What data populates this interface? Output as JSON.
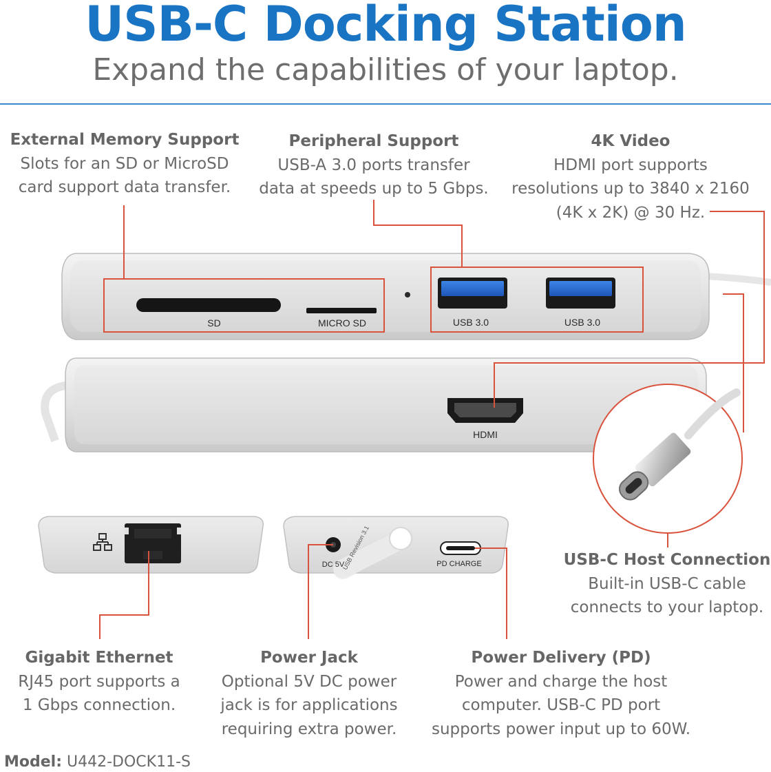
{
  "header": {
    "title": "USB-C Docking Station",
    "subtitle": "Expand the capabilities of your laptop."
  },
  "features": {
    "external_memory": {
      "title": "External Memory Support",
      "lines": [
        "Slots for an SD or MicroSD",
        "card support data transfer."
      ]
    },
    "peripheral": {
      "title": "Peripheral Support",
      "lines": [
        "USB-A 3.0 ports transfer",
        "data at speeds up to 5 Gbps."
      ]
    },
    "video_4k": {
      "title": "4K Video",
      "lines": [
        "HDMI port supports",
        "resolutions up to 3840 x 2160",
        "(4K x 2K) @ 30 Hz."
      ]
    },
    "usbc_host": {
      "title": "USB-C Host Connection",
      "lines": [
        "Built-in USB-C cable",
        "connects to your laptop."
      ]
    },
    "gigabit": {
      "title": "Gigabit Ethernet",
      "lines": [
        "RJ45 port supports a",
        "1 Gbps connection."
      ]
    },
    "power_jack": {
      "title": "Power Jack",
      "lines": [
        "Optional 5V DC power",
        "jack is for applications",
        "requiring extra power."
      ]
    },
    "power_delivery": {
      "title": "Power Delivery (PD)",
      "lines": [
        "Power and charge the host",
        "computer. USB-C PD port",
        "supports power input up to 60W."
      ]
    }
  },
  "port_labels": {
    "sd": "SD",
    "micro_sd": "MICRO SD",
    "usb1": "USB 3.0",
    "usb2": "USB 3.0",
    "hdmi": "HDMI",
    "dc": "DC 5V",
    "pd": "PD CHARGE",
    "cable_text": "USB Revision 3.1"
  },
  "footer": {
    "model_label": "Model:",
    "model_value": "U442-DOCK11-S"
  },
  "colors": {
    "title_blue": "#1a74c4",
    "callout_red": "#d9533c",
    "usb_blue": "#2f6fd6",
    "silver": "#e4e4e4"
  }
}
